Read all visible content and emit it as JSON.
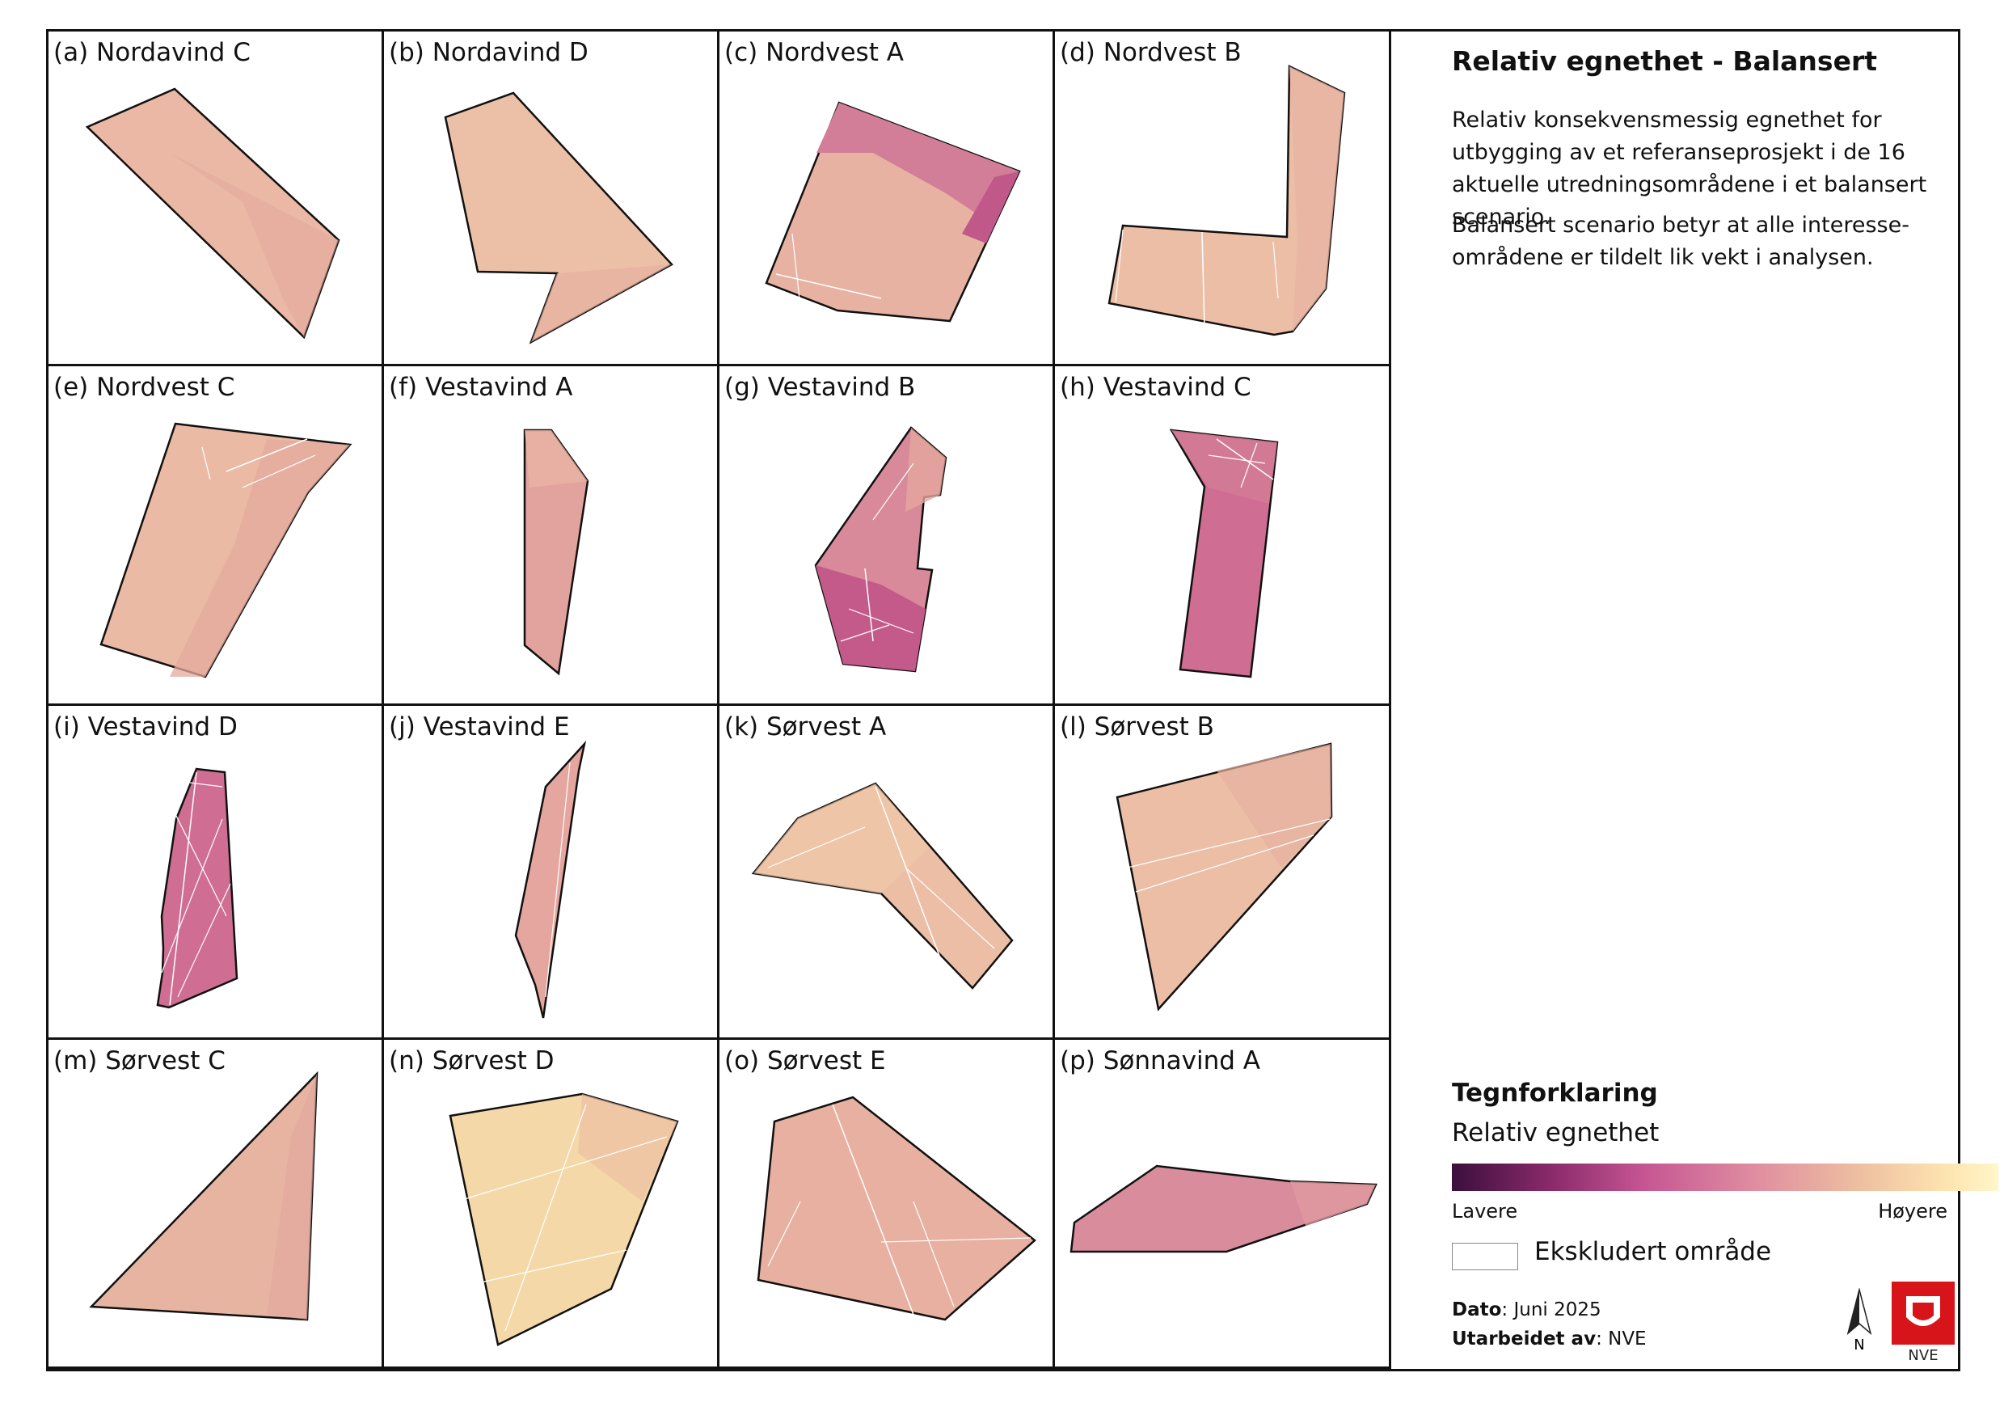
{
  "panels": [
    {
      "label": "(a) Nordavind C"
    },
    {
      "label": "(b) Nordavind D"
    },
    {
      "label": "(c) Nordvest A"
    },
    {
      "label": "(d) Nordvest B"
    },
    {
      "label": "(e) Nordvest C"
    },
    {
      "label": "(f) Vestavind A"
    },
    {
      "label": "(g) Vestavind B"
    },
    {
      "label": "(h) Vestavind C"
    },
    {
      "label": "(i) Vestavind D"
    },
    {
      "label": "(j) Vestavind E"
    },
    {
      "label": "(k) Sørvest A"
    },
    {
      "label": "(l) Sørvest B"
    },
    {
      "label": "(m) Sørvest C"
    },
    {
      "label": "(n) Sørvest D"
    },
    {
      "label": "(o) Sørvest E"
    },
    {
      "label": "(p) Sønnavind A"
    }
  ],
  "info": {
    "title": "Relativ egnethet - Balansert",
    "description1": "Relativ konsekvensmessig egnethet for utbygging av et referanseprosjekt i de 16 aktuelle utredningsområdene i et balansert scenario.",
    "description2": "Balansert scenario betyr at alle interesse­områdene er tildelt lik vekt i analysen."
  },
  "legend": {
    "heading": "Tegnforklaring",
    "subheading": "Relativ egnethet",
    "low_label": "Lavere",
    "high_label": "Høyere",
    "excluded_label": "Ekskludert område",
    "colors": [
      "#3b0f3e",
      "#c55592",
      "#df8ca0",
      "#eec0a0",
      "#fff6c8"
    ]
  },
  "meta": {
    "date_label": "Dato",
    "date_value": ": Juni 2025",
    "author_label": "Utarbeidet av",
    "author_value": ": NVE"
  },
  "north_arrow": {
    "letter": "N",
    "icon": "north-arrow-icon"
  },
  "logo": {
    "text": "NVE",
    "icon": "nve-logo-icon",
    "color": "#d7141a"
  }
}
